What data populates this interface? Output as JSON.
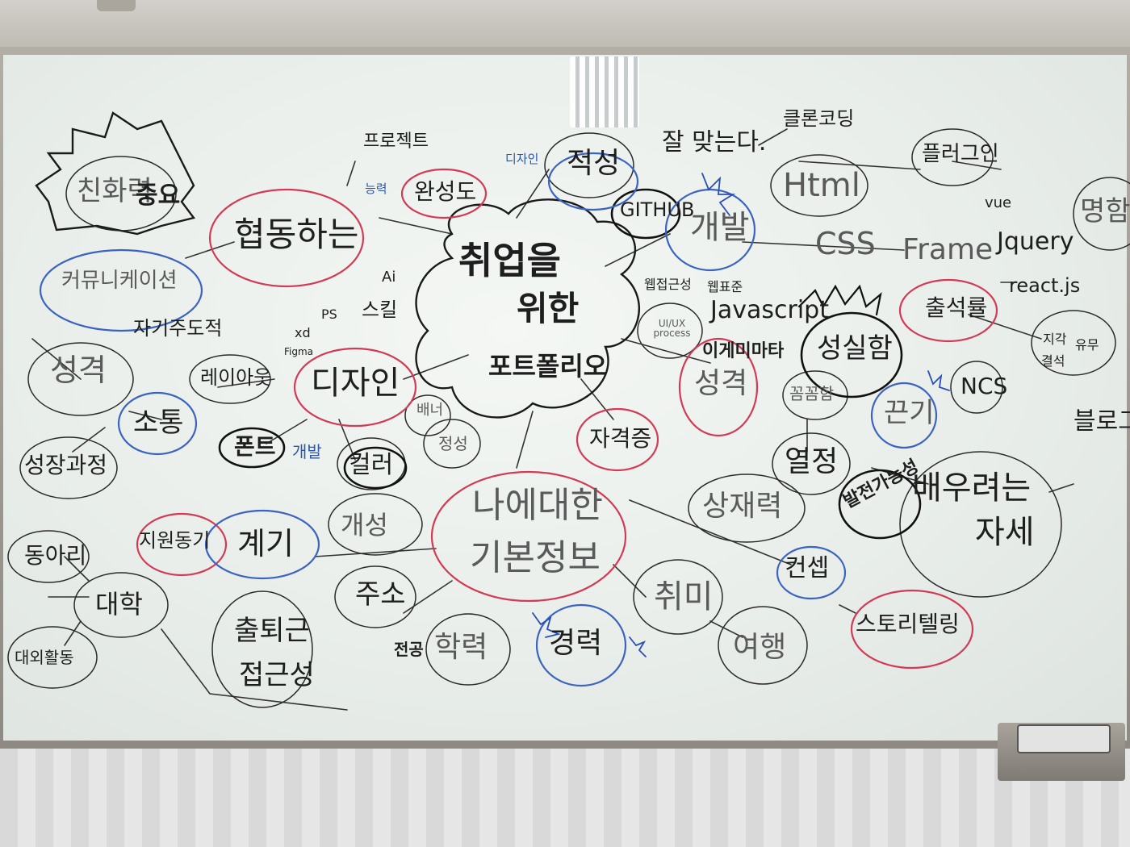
{
  "center": {
    "line1": "취업을",
    "line2": "위한",
    "line3": "포트폴리오"
  },
  "nodes": {
    "chinhwa": "친화력",
    "jungyo": "중요",
    "hyeopdong": "협동하는",
    "project": "프로젝트",
    "neungryeok": "능력",
    "wansungdo": "완성도",
    "designer_small": "디자인",
    "jeoksung": "적성",
    "jalmatneunda": "잘 맞는다.",
    "clone": "클론코딩",
    "github": "GITHUB",
    "gaebal": "개발",
    "html": "Html",
    "css": "CSS",
    "plugin": "플러그인",
    "vue": "vue",
    "frame": "Frame",
    "jquery": "Jquery",
    "react": "react.js",
    "communication": "커뮤니케이션",
    "jagijuldojeok": "자기주도적",
    "ai": "Ai",
    "ps": "PS",
    "xd": "xd",
    "figma": "Figma",
    "skill": "스킬",
    "webjeogeunseong": "웹접근성",
    "webpyojun": "웹표준",
    "uiux": "UI/UX process",
    "javascript": "Javascript",
    "sungsilham": "성실함",
    "chulseokyul": "출석률",
    "jigak": "지각",
    "yumu": "유무",
    "gyeolseok": "결석",
    "seonggyeok": "성격",
    "layout": "레이아웃",
    "design": "디자인",
    "igemimata": "이게미마타",
    "seonggyeok2": "성격",
    "sotong": "소통",
    "kkongkkong": "꼼꼼함",
    "kkeunggi": "끈기",
    "ncs": "NCS",
    "bando": "배너",
    "jeongseong": "정성",
    "jageokjeung": "자격증",
    "font": "폰트",
    "gaebal_small": "개발",
    "color": "컬러",
    "seongjang": "성장과정",
    "yeoljeong": "열정",
    "baldeun": "발전가능성",
    "baeuryeoneun1": "배우려는",
    "baeuryeoneun2": "자세",
    "blog": "블로그",
    "myeongham": "명함",
    "gaeseong": "개성",
    "naeedaehan": "나에대한",
    "gibonjeongbo": "기본정보",
    "sajaedeok": "상재력",
    "jiwondonggi": "지원동기",
    "gyegi": "계기",
    "dongari": "동아리",
    "daehak": "대학",
    "concept": "컨셉",
    "daeoehwaldong": "대외활동",
    "juso": "주소",
    "chwimi": "취미",
    "story": "스토리텔링",
    "chultoegeun1": "출퇴근",
    "chultoegeun2": "접근성",
    "jeongong": "전공",
    "hakryeok": "학력",
    "gyeongryeok": "경력",
    "yeohaeng": "여행"
  }
}
